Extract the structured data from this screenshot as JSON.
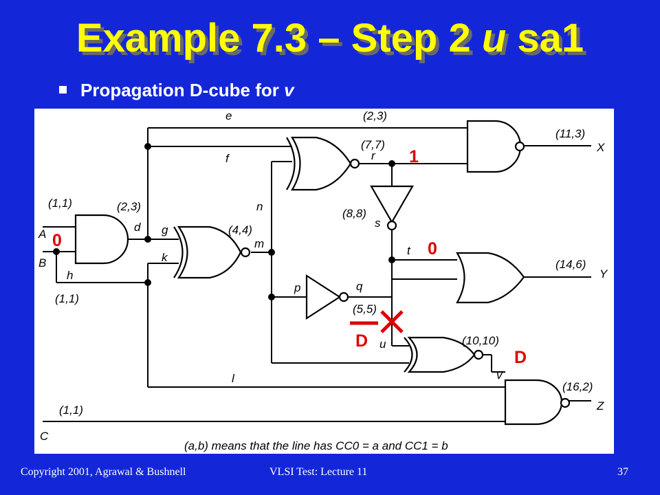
{
  "slide": {
    "title_main": "Example 7.3 – Step 2 ",
    "title_italic": "u",
    "title_end": " sa1",
    "bullet_text": "Propagation D-cube for ",
    "bullet_italic": "v"
  },
  "diagram": {
    "signals": {
      "e": "e",
      "f": "f",
      "g": "g",
      "d": "d",
      "k": "k",
      "h": "h",
      "n": "n",
      "m": "m",
      "r": "r",
      "s": "s",
      "t": "t",
      "p": "p",
      "q": "q",
      "u": "u",
      "v": "v",
      "l": "l",
      "A": "A",
      "B": "B",
      "C": "C",
      "X": "X",
      "Y": "Y",
      "Z": "Z"
    },
    "cc": {
      "A": "(1,1)",
      "d": "(2,3)",
      "m": "(4,4)",
      "h": "(1,1)",
      "e": "(2,3)",
      "r": "(7,7)",
      "X": "(11,3)",
      "s": "(8,8)",
      "Y": "(14,6)",
      "q": "(5,5)",
      "v": "(10,10)",
      "Z": "(16,2)",
      "C": "(1,1)"
    },
    "legend": "(a,b) means that the line has CC0 = a and CC1 = b",
    "annotations": {
      "val_r": "1",
      "val_t": "0",
      "val_B": "0",
      "fault": "sa1",
      "val_u": "D",
      "val_v": "D"
    },
    "colors": {
      "annotation": "#dd0000",
      "background": "#1427d8",
      "title": "#ffff00"
    }
  },
  "footer": {
    "left": "Copyright 2001, Agrawal & Bushnell",
    "center": "VLSI Test: Lecture 11",
    "right": "37"
  }
}
